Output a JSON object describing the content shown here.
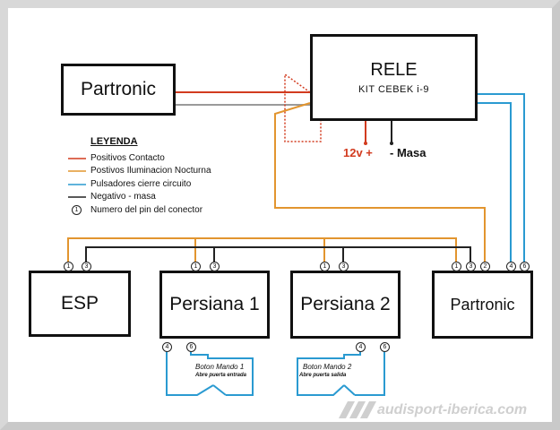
{
  "boxes": {
    "partronic_top": "Partronic",
    "rele_title": "RELE",
    "rele_subtitle": "KIT CEBEK i-9",
    "esp": "ESP",
    "persiana1": "Persiana 1",
    "persiana2": "Persiana 2",
    "partronic_bottom": "Partronic"
  },
  "power": {
    "plus": "12v +",
    "minus": "-  Masa"
  },
  "legend": {
    "title": "LEYENDA",
    "items": [
      {
        "label": "Positivos Contacto",
        "color": "#d23b1f"
      },
      {
        "label": "Postivos Iluminacion Nocturna",
        "color": "#e2952f"
      },
      {
        "label": "Pulsadores cierre circuito",
        "color": "#2a9ad1"
      },
      {
        "label": "Negativo - masa",
        "color": "#222222"
      }
    ],
    "pin_note_symbol": "1",
    "pin_note": "Numero del pin del conector"
  },
  "pins": {
    "esp": [
      "1",
      "3"
    ],
    "persiana1_top": [
      "1",
      "3"
    ],
    "persiana2_top": [
      "1",
      "3"
    ],
    "partronic_top": [
      "1",
      "3",
      "2",
      "4",
      "6"
    ],
    "persiana1_bottom": [
      "4",
      "6"
    ],
    "persiana2_bottom": [
      "4",
      "6"
    ]
  },
  "buttons": {
    "b1_title": "Boton Mando 1",
    "b1_sub": "Abre puerta entrada",
    "b2_title": "Boton Mando 2",
    "b2_sub": "Abre puerta salida"
  },
  "watermark": "audisport-iberica.com",
  "colors": {
    "red": "#d23b1f",
    "orange": "#e2952f",
    "blue": "#2a9ad1",
    "black": "#222222",
    "gray": "#9a9a9a"
  }
}
